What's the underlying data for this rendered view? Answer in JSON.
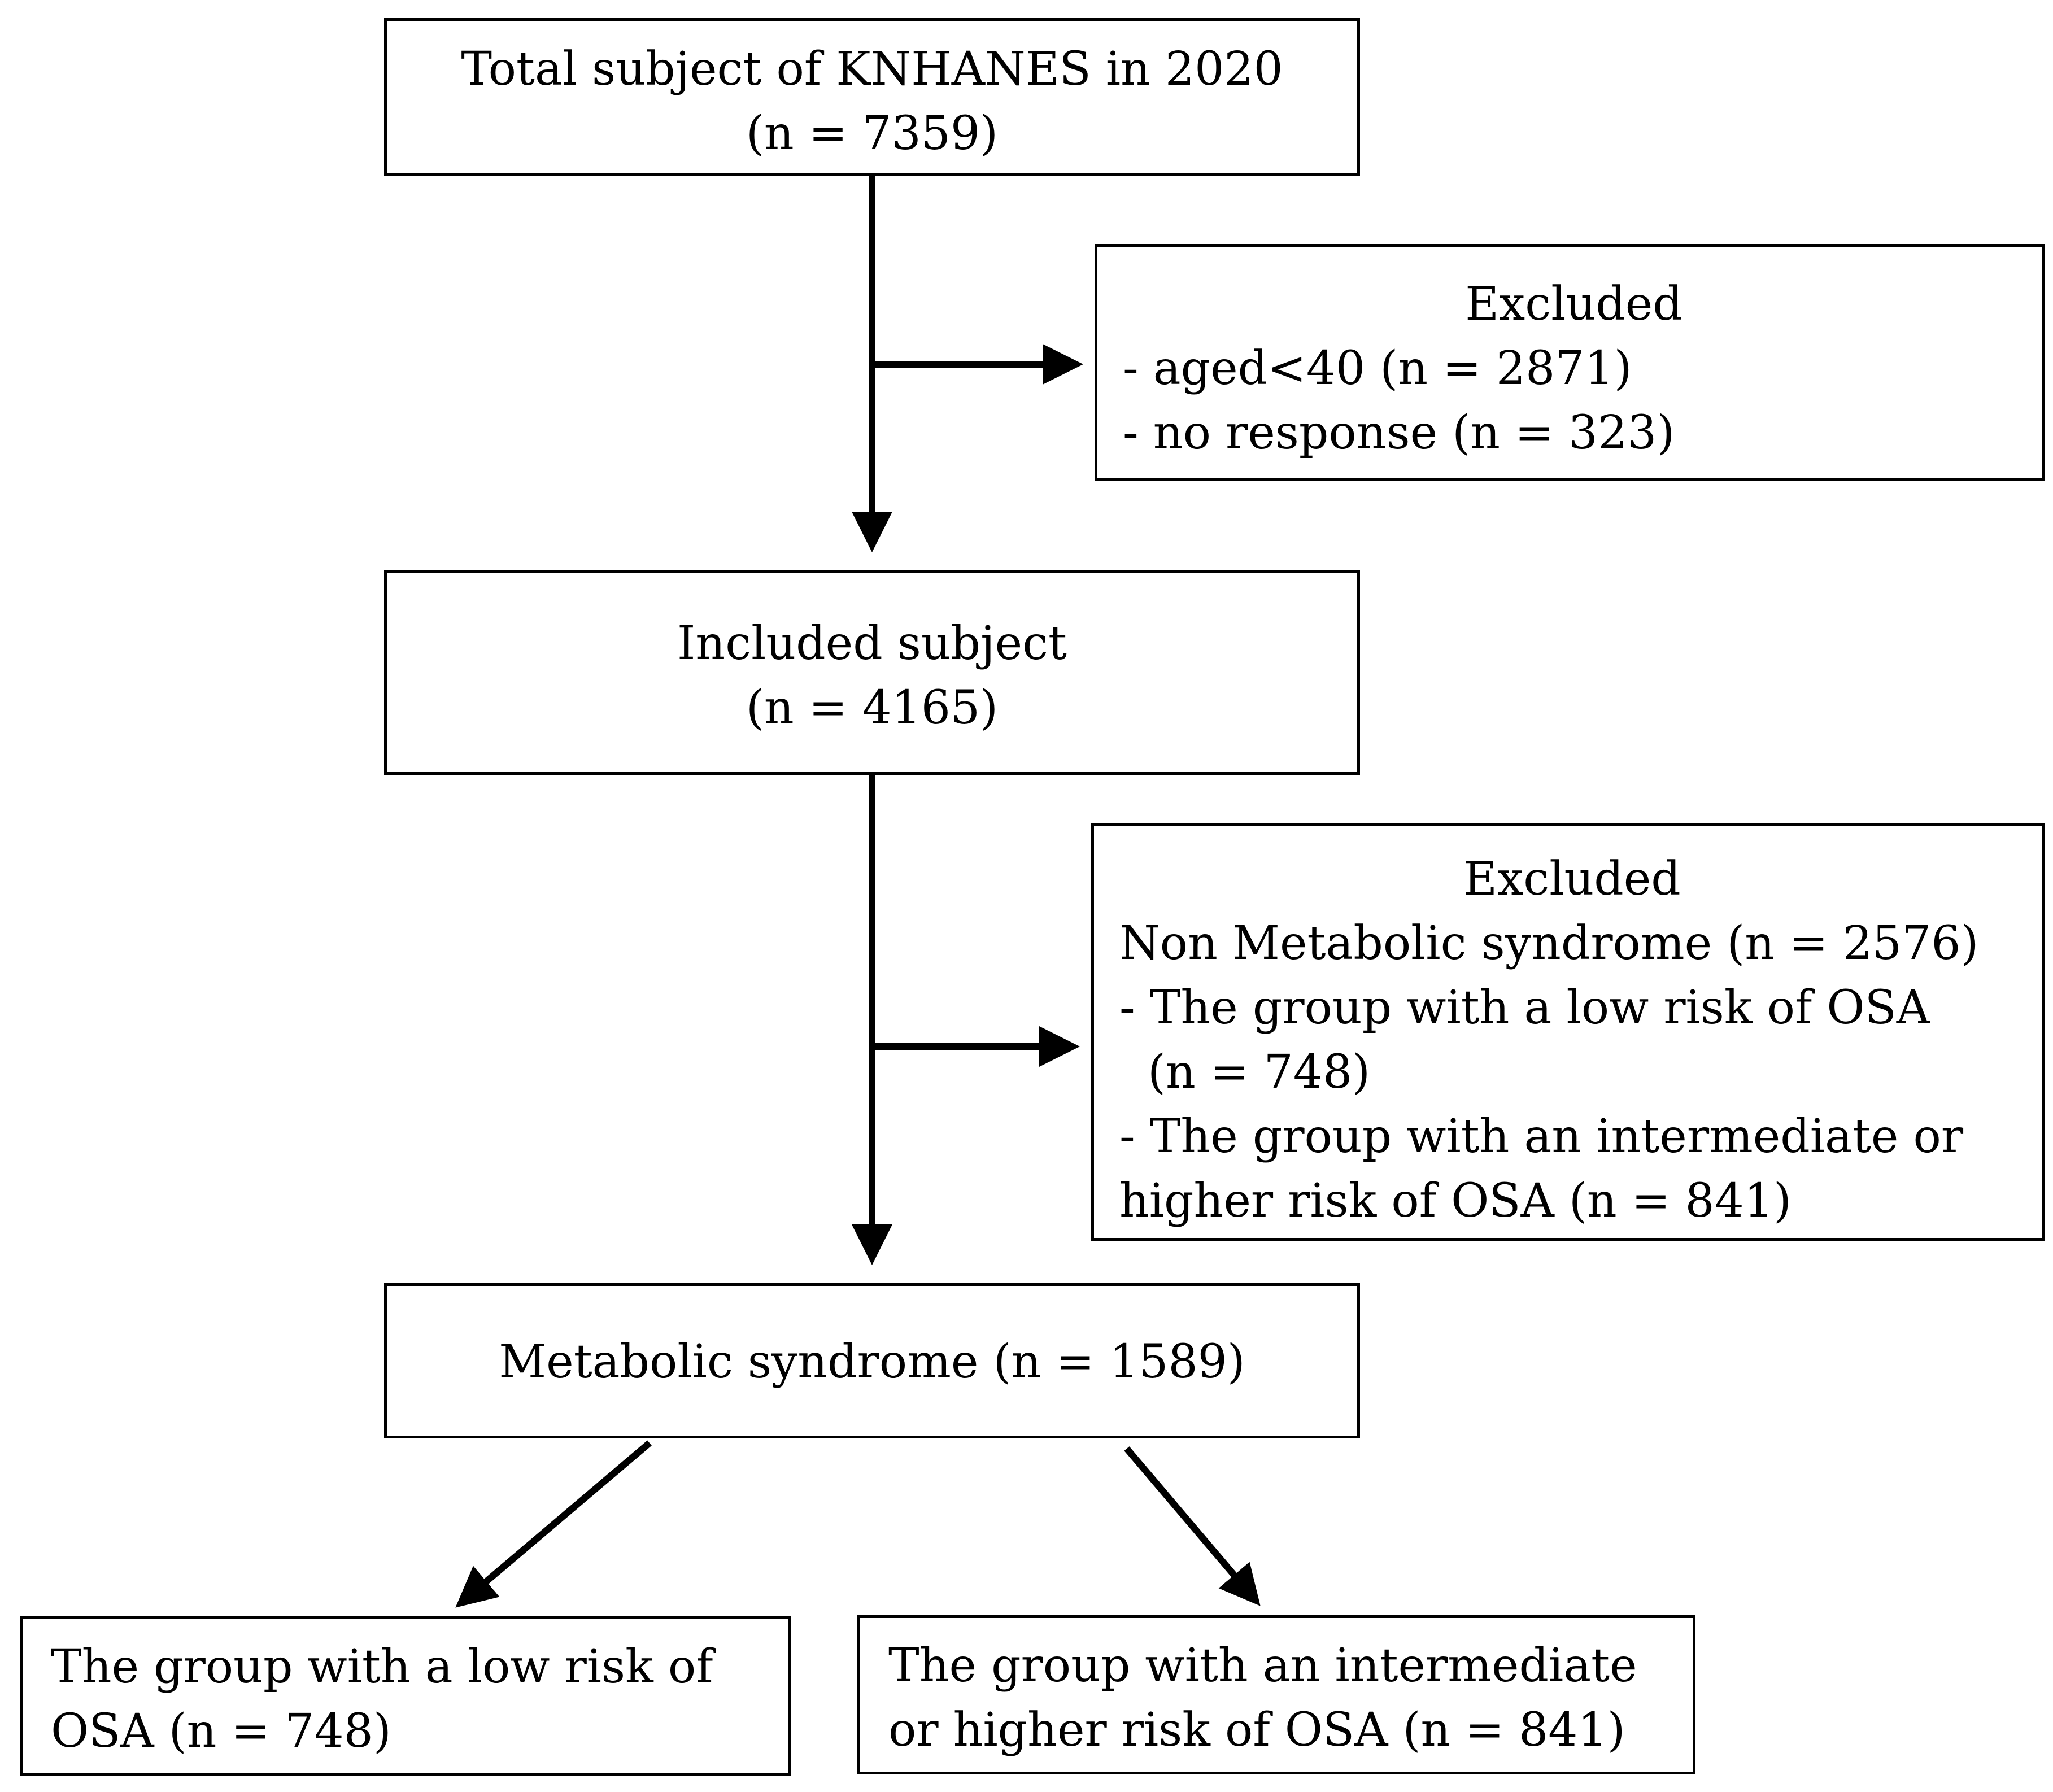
{
  "total": {
    "line1": "Total subject of KNHANES in 2020",
    "line2": "(n = 7359)"
  },
  "excluded1": {
    "title": "Excluded",
    "item1": "- aged<40 (n = 2871)",
    "item2": "- no response (n = 323)"
  },
  "included": {
    "line1": "Included subject",
    "line2": "(n = 4165)"
  },
  "excluded2": {
    "title": "Excluded",
    "line1": "Non Metabolic syndrome (n = 2576)",
    "line2": "- The group with a low risk of OSA",
    "line3": "(n = 748)",
    "line4": "- The group with an intermediate or",
    "line5": "higher risk of OSA (n = 841)"
  },
  "metabolic": {
    "line1": "Metabolic syndrome (n = 1589)"
  },
  "low_risk": {
    "line1": "The group with a low risk of",
    "line2": "OSA (n = 748)"
  },
  "high_risk": {
    "line1": "The group with an intermediate",
    "line2": "or higher risk of OSA (n = 841)"
  }
}
